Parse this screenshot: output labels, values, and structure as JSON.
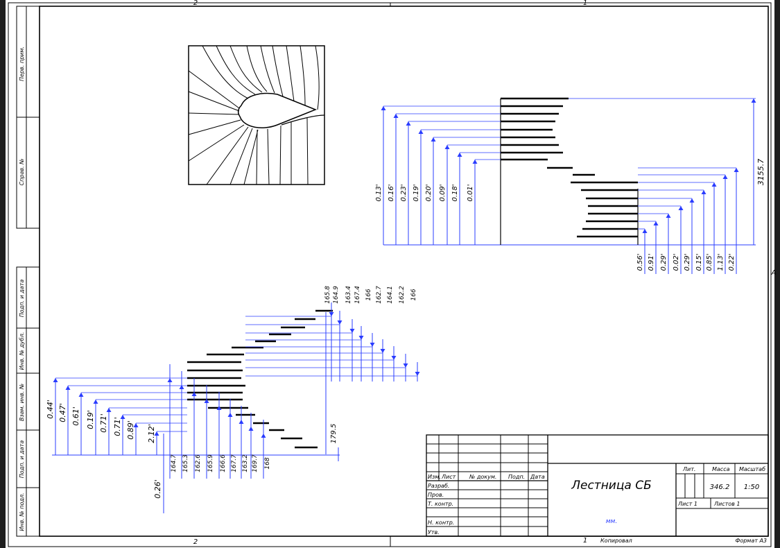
{
  "zones": {
    "top_left": "2",
    "top_right": "1",
    "bottom_left": "2",
    "bottom_right": "1",
    "side": "A"
  },
  "sidebar": {
    "perv_prim": "Перв. прим.",
    "sprav": "Справ. №",
    "podp_data_1": "Подп. и дата",
    "inv_dubl": "Инв. № дубл.",
    "vzam_inv": "Взам. инв. №",
    "podp_data_2": "Подп. и дата",
    "inv_podl": "Инв. № подл."
  },
  "elevation": {
    "left_dims": [
      "0.13'",
      "0.16'",
      "0.23'",
      "0.19'",
      "0.20'",
      "0.09'",
      "0.18'",
      "0.01'"
    ],
    "bottom_dims": [
      "0.56'",
      "0.91'",
      "0.29'",
      "0.02'",
      "0.29'",
      "0.15'",
      "0.85'",
      "1.13'",
      "0.22'"
    ],
    "overall": "3155.7"
  },
  "stair_dims": {
    "upper": [
      "165.8",
      "164.9",
      "163.4",
      "167.4",
      "166",
      "162.7",
      "164.1",
      "162.2",
      "166"
    ],
    "lower": [
      "164.7",
      "165.3",
      "162.6",
      "165.9",
      "166.6",
      "167.7",
      "163.2",
      "169.7",
      "168"
    ],
    "left": [
      "0.44'",
      "0.47'",
      "0.61'",
      "0.19'",
      "0.71'",
      "0.71'",
      "0.89'",
      "2.12'"
    ],
    "extra": "0.26'",
    "height": "179.5"
  },
  "title_block": {
    "izm": "Изм.",
    "list": "Лист",
    "ndokum": "№ докум.",
    "podp": "Подп.",
    "data": "Дата",
    "razrab": "Разраб.",
    "prov": "Пров.",
    "tkontr": "Т. контр.",
    "nkontr": "Н. контр.",
    "utv": "Утв.",
    "title": "Лестница СБ",
    "lit": "Лит.",
    "massa": "Масса",
    "masshtab": "Масштаб",
    "massa_val": "346.2",
    "scale_val": "1:50",
    "list1": "Лист 1",
    "listov": "Листов 1",
    "unit": "мм."
  },
  "footer": {
    "kopiroval": "Копировал",
    "format": "Формат А3"
  },
  "colors": {
    "dim": "#2a3cff",
    "line": "#000000",
    "paper": "#ffffff"
  }
}
